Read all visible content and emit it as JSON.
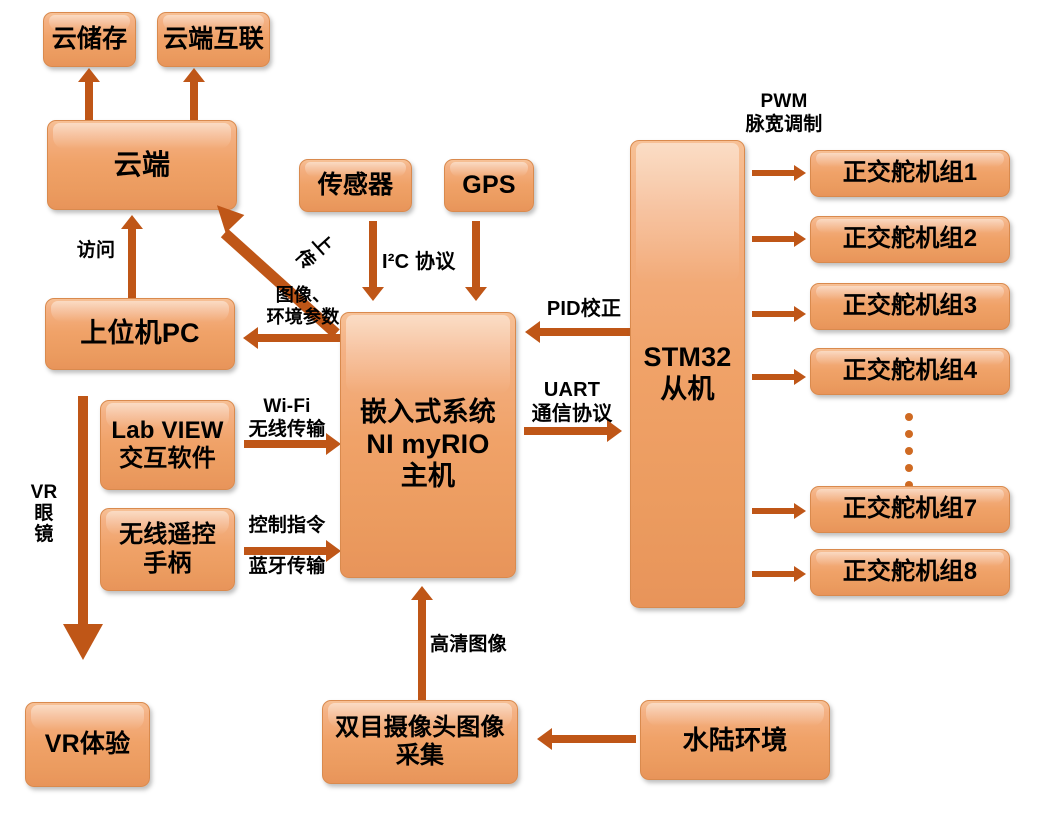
{
  "diagram": {
    "title_text": "",
    "palette": {
      "box_fill_light": "#f7c196",
      "box_fill": "#f0a268",
      "box_border": "#d98a4e",
      "arrow": "#bf5617",
      "dot": "#cf6a22",
      "text": "#000000",
      "background": "#ffffff"
    }
  },
  "nodes": {
    "cloud_storage": "云储存",
    "cloud_interconnect": "云端互联",
    "cloud": "云端",
    "host_pc": "上位机PC",
    "labview": "Lab VIEW\n交互软件",
    "wireless_remote": "无线遥控\n手柄",
    "vr_experience": "VR体验",
    "sensor": "传感器",
    "gps": "GPS",
    "embedded_host": "嵌入式系统\nNI myRIO\n主机",
    "stm32_slave": "STM32\n从机",
    "stereo_camera": "双目摄像头图像\n采集",
    "amphibious_env": "水陆环境",
    "servo_groups": [
      "正交舵机组1",
      "正交舵机组2",
      "正交舵机组3",
      "正交舵机组4",
      "正交舵机组7",
      "正交舵机组8"
    ]
  },
  "edge_labels": {
    "access": "访问",
    "upload": "上传",
    "image_env_params": "图像、\n环境参数",
    "i2c": "I²C 协议",
    "pid": "PID校正",
    "uart": "UART\n通信协议",
    "wifi": "Wi-Fi\n无线传输",
    "control_cmd": "控制指令",
    "bluetooth": "蓝牙传输",
    "vr_glasses": "VR\n眼\n镜",
    "hd_image": "高清图像",
    "pwm": "PWM\n脉宽调制"
  }
}
